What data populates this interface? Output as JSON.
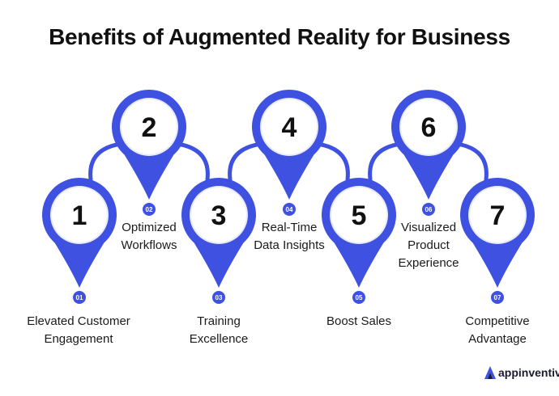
{
  "title": "Benefits of Augmented Reality for Business",
  "colors": {
    "pin": "#3f51e0",
    "badge": "#3f51e0",
    "connector": "#3f51e0",
    "text": "#1a1a1a"
  },
  "items": [
    {
      "number": "1",
      "badge": "01",
      "lines": [
        "Elevated Customer",
        "Engagement"
      ]
    },
    {
      "number": "2",
      "badge": "02",
      "lines": [
        "Optimized",
        "Workflows"
      ]
    },
    {
      "number": "3",
      "badge": "03",
      "lines": [
        "Training",
        "Excellence"
      ]
    },
    {
      "number": "4",
      "badge": "04",
      "lines": [
        "Real-Time",
        "Data Insights"
      ]
    },
    {
      "number": "5",
      "badge": "05",
      "lines": [
        "Boost Sales"
      ]
    },
    {
      "number": "6",
      "badge": "06",
      "lines": [
        "Visualized",
        "Product",
        "Experience"
      ]
    },
    {
      "number": "7",
      "badge": "07",
      "lines": [
        "Competitive",
        "Advantage"
      ]
    }
  ],
  "brand": {
    "name": "appinventiv",
    "icon": "appinventiv-logo-icon"
  }
}
